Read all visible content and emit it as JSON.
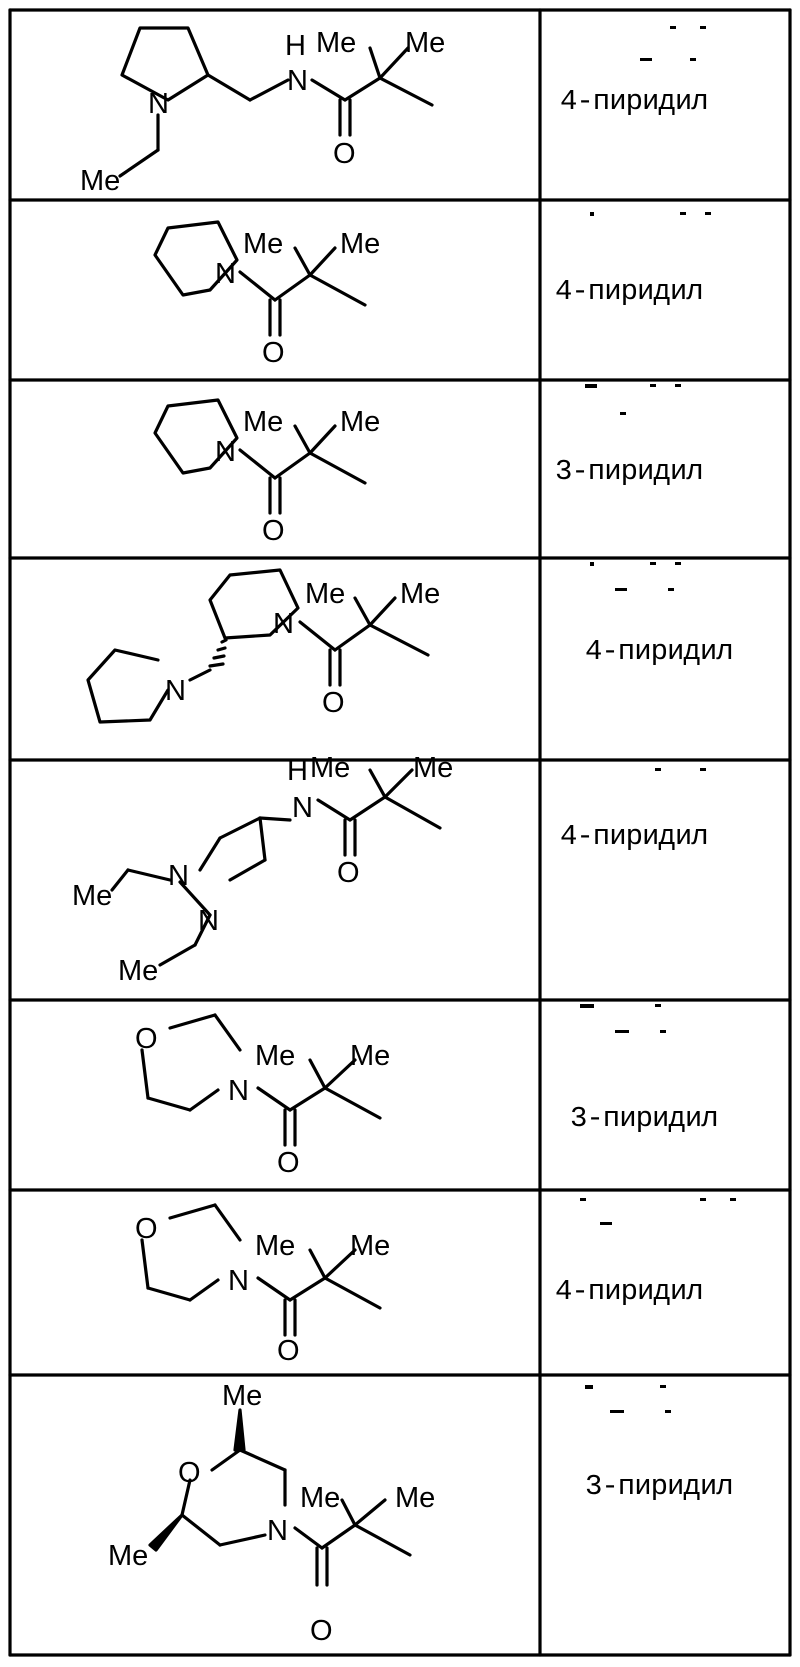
{
  "table": {
    "rows": [
      {
        "atoms": {
          "h": "H",
          "me1": "Me",
          "me2": "Me",
          "n1": "N",
          "n2": "N",
          "o": "O",
          "me3": "Me"
        },
        "label": "4-пиридил"
      },
      {
        "atoms": {
          "n": "N",
          "me1": "Me",
          "me2": "Me",
          "o": "O"
        },
        "label": "4-пиридил"
      },
      {
        "atoms": {
          "n": "N",
          "me1": "Me",
          "me2": "Me",
          "o": "O"
        },
        "label": "3-пиридил"
      },
      {
        "atoms": {
          "n1": "N",
          "n2": "N",
          "me1": "Me",
          "me2": "Me",
          "o": "O"
        },
        "label": "4-пиридил"
      },
      {
        "atoms": {
          "h": "H",
          "n1": "N",
          "me1": "Me",
          "me2": "Me",
          "n2": "N",
          "n3": "N",
          "me3": "Me",
          "me4": "Me",
          "o": "O"
        },
        "label": "4-пиридил"
      },
      {
        "atoms": {
          "o1": "O",
          "n": "N",
          "me1": "Me",
          "me2": "Me",
          "o2": "O"
        },
        "label": "3-пиридил"
      },
      {
        "atoms": {
          "o1": "O",
          "n": "N",
          "me1": "Me",
          "me2": "Me",
          "o2": "O"
        },
        "label": "4-пиридил"
      },
      {
        "atoms": {
          "me1": "Me",
          "o1": "O",
          "me2": "Me",
          "me3": "Me",
          "n": "N",
          "me4": "Me",
          "o2": "O"
        },
        "label": "3-пиридил"
      }
    ]
  }
}
